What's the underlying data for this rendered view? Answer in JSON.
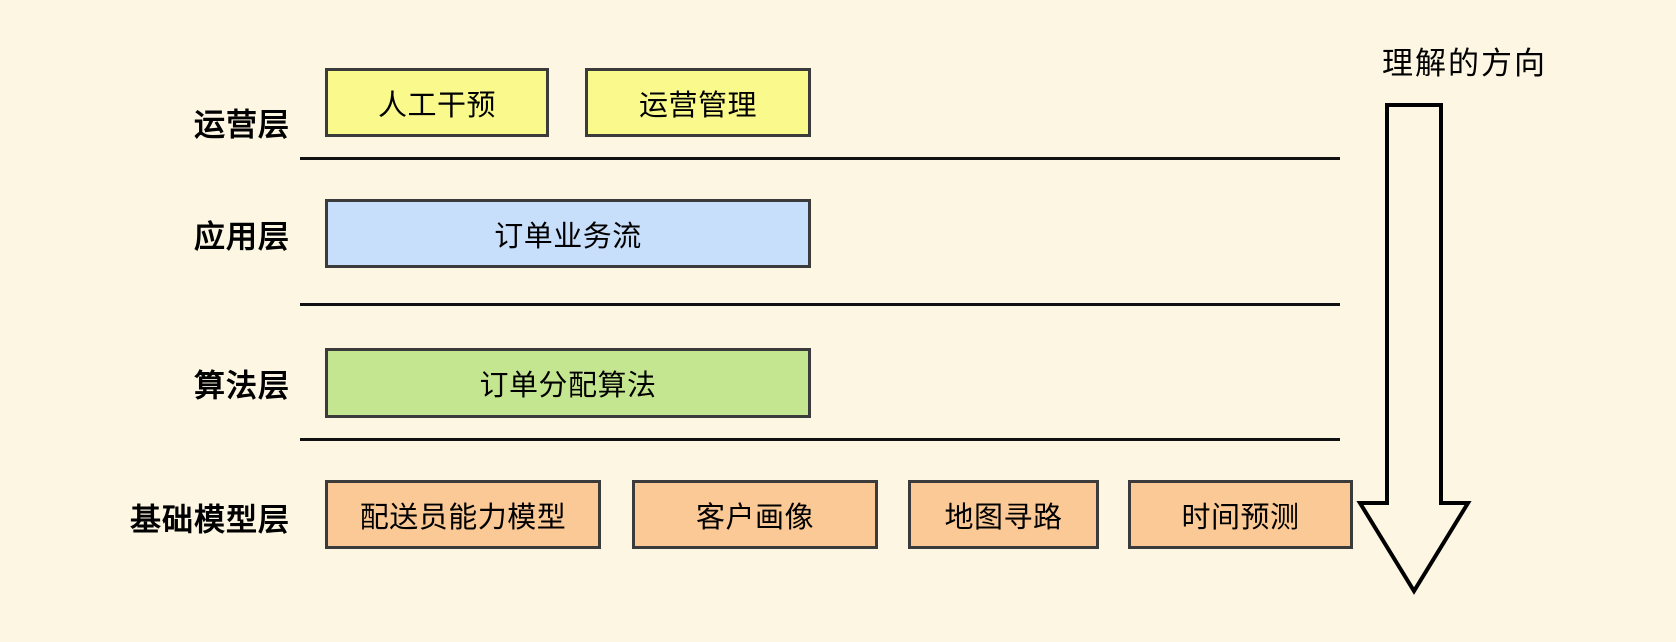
{
  "diagram": {
    "title_text": "",
    "background_color": "#FDF6E3",
    "arrow_label": "理解的方向",
    "layers": [
      {
        "label": "运营层",
        "color": "#FAFA8C",
        "nodes": [
          {
            "text": "人工干预"
          },
          {
            "text": "运营管理"
          }
        ]
      },
      {
        "label": "应用层",
        "color": "#C8DFFB",
        "nodes": [
          {
            "text": "订单业务流"
          }
        ]
      },
      {
        "label": "算法层",
        "color": "#C5E691",
        "nodes": [
          {
            "text": "订单分配算法"
          }
        ]
      },
      {
        "label": "基础模型层",
        "color": "#FBC995",
        "nodes": [
          {
            "text": "配送员能力模型"
          },
          {
            "text": "客户画像"
          },
          {
            "text": "地图寻路"
          },
          {
            "text": "时间预测"
          }
        ]
      }
    ]
  }
}
